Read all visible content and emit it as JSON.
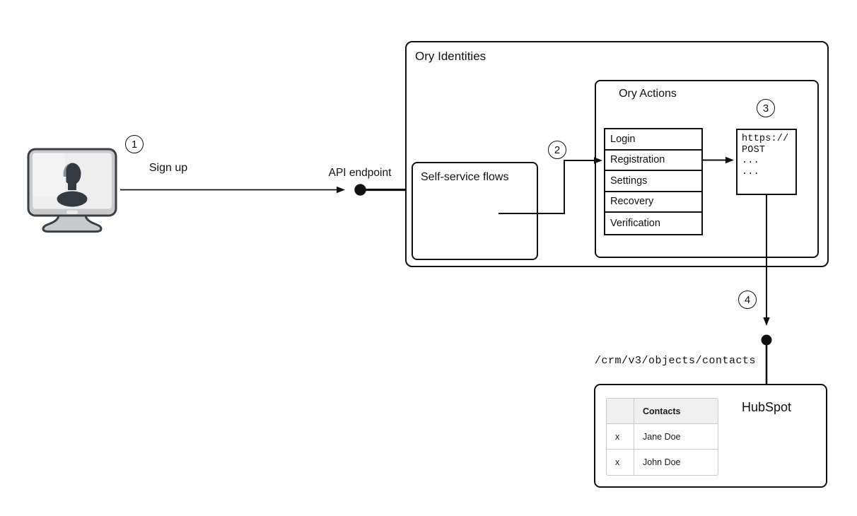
{
  "badges": {
    "step1": "1",
    "step2": "2",
    "step3": "3",
    "step4": "4"
  },
  "labels": {
    "sign_up": "Sign up",
    "api_endpoint": "API endpoint"
  },
  "ory": {
    "identities_title": "Ory Identities",
    "self_service_title": "Self-service flows",
    "actions_title": "Ory Actions",
    "flows": [
      "Login",
      "Registration",
      "Settings",
      "Recovery",
      "Verification"
    ],
    "webhook_lines": [
      "https://",
      "POST",
      "...",
      "..."
    ]
  },
  "hubspot": {
    "endpoint_path": "/crm/v3/objects/contacts",
    "title": "HubSpot",
    "contacts_table": {
      "header": "Contacts",
      "rows": [
        {
          "mark": "x",
          "name": "Jane Doe"
        },
        {
          "mark": "x",
          "name": "John Doe"
        }
      ]
    }
  },
  "icons": {
    "user_terminal": "user-computer-icon",
    "endpoint_nodes": "filled-dot-endpoint-icon"
  },
  "colors": {
    "line": "#111111",
    "box_border": "#111111",
    "monitor_frame": "#c9cacc",
    "monitor_screen": "#eeeeef",
    "monitor_outline": "#3a3f45",
    "silhouette": "#343a41",
    "silhouette_highlight": "#8e949b",
    "table_border": "#c9c9c9",
    "table_header_bg": "#f0f0f1"
  }
}
